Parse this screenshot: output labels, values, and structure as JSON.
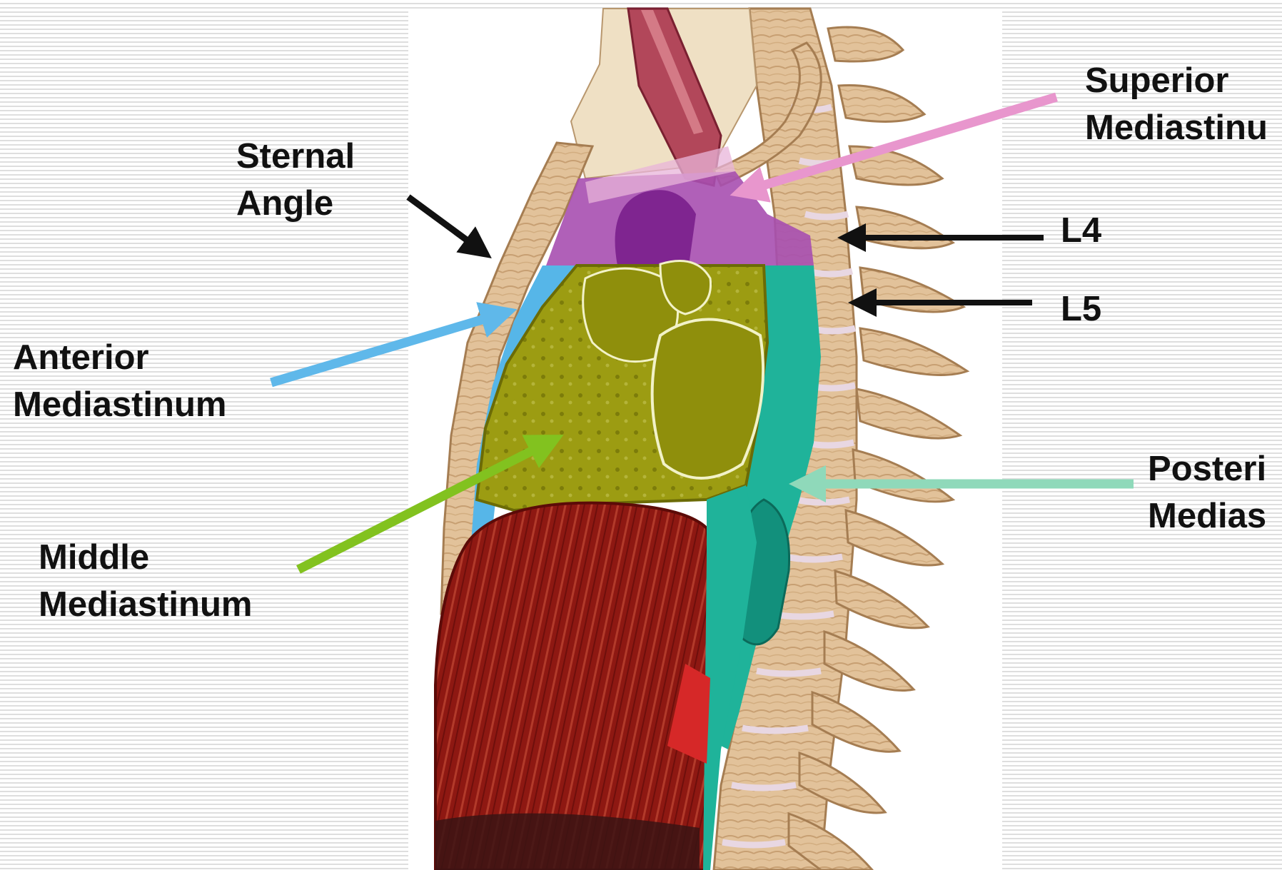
{
  "labels": {
    "sternal_angle": {
      "line1": "Sternal",
      "line2": "Angle"
    },
    "superior_mediastinum": {
      "line1": "Superior",
      "line2": "Mediastinu"
    },
    "l4": "L4",
    "l5": "L5",
    "anterior_mediastinum": {
      "line1": "Anterior",
      "line2": "Mediastinum"
    },
    "posterior_mediastinum": {
      "line1": "Posteri",
      "line2": "Medias"
    },
    "middle_mediastinum": {
      "line1": "Middle",
      "line2": "Mediastinum"
    }
  },
  "colors": {
    "superior": "#a74fb0",
    "anterior": "#56b6e8",
    "middle": "#9c9c12",
    "posterior": "#1fb39a",
    "diaphragm": "#8e1812",
    "bone": "#e2c29a",
    "arrow_superior": "#e896cd",
    "arrow_anterior": "#5fb8ea",
    "arrow_middle": "#82c21f",
    "arrow_posterior": "#8fd9ba",
    "arrow_black": "#111111"
  }
}
